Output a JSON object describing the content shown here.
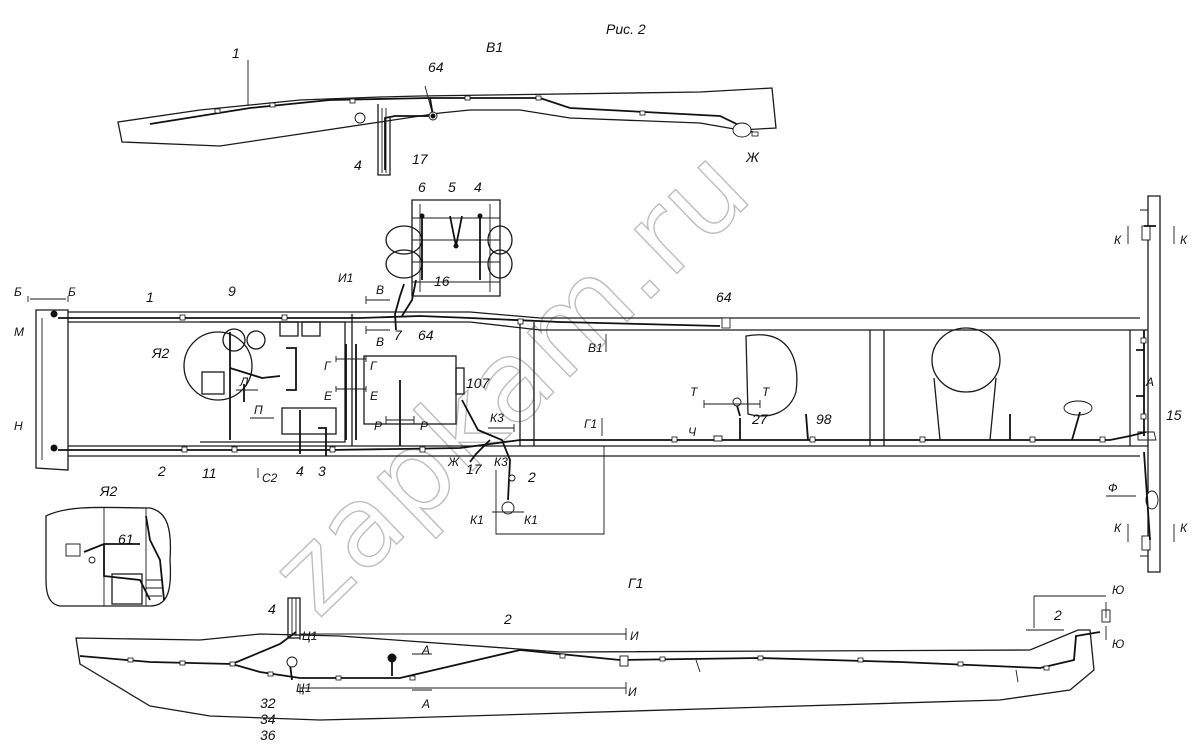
{
  "figure": {
    "title": "Рис. 2",
    "watermark": "zapkam.ru"
  },
  "views": {
    "top": "В1",
    "bottom": "Г1",
    "inset": "Я2"
  },
  "callouts": {
    "n1a": "1",
    "n64a": "64",
    "n17a": "17",
    "n4a": "4",
    "zh_a": "Ж",
    "n6": "6",
    "n5": "5",
    "n4b": "4",
    "n16": "16",
    "n7": "7",
    "n64b": "64",
    "n64c": "64",
    "n9": "9",
    "n1b": "1",
    "n2a": "2",
    "n11": "11",
    "n4c": "4",
    "n3": "3",
    "n107": "107",
    "n17b": "17",
    "n2b": "2",
    "n27": "27",
    "n98": "98",
    "n15": "15",
    "n61": "61",
    "n4d": "4",
    "n2c": "2",
    "n2d": "2",
    "n32": "32",
    "n34": "34",
    "n36": "36"
  },
  "section_marks": {
    "b": "Б",
    "m": "М",
    "n": "Н",
    "i1": "И1",
    "v": "В",
    "ya2": "Я2",
    "l": "Л",
    "p": "П",
    "s2": "С2",
    "g": "Г",
    "e": "Е",
    "r": "Р",
    "k3": "К3",
    "zh": "Ж",
    "k1": "К1",
    "v1": "В1",
    "g1": "Г1",
    "t": "Т",
    "ch": "Ч",
    "a": "А",
    "k": "К",
    "f": "Ф",
    "ts1": "Ц1",
    "i": "И",
    "yu": "Ю"
  }
}
